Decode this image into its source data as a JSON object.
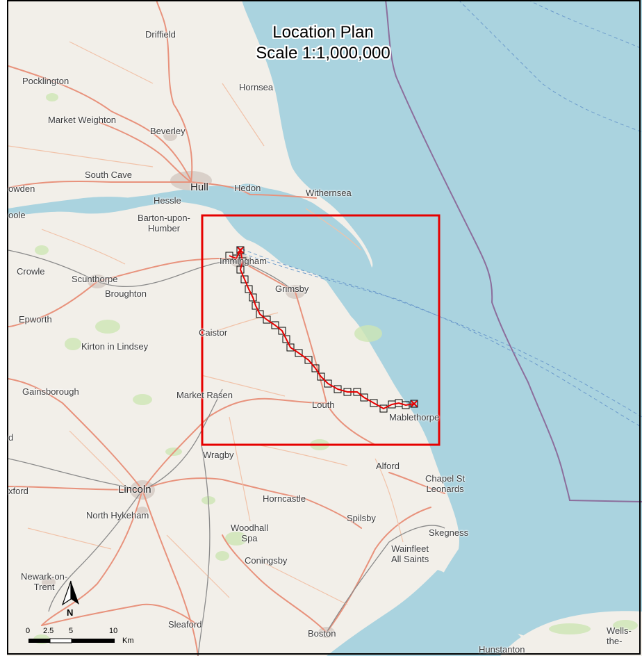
{
  "title": {
    "line1": "Location Plan",
    "line2": "Scale 1:1,000,000"
  },
  "places": {
    "driffield": "Driffield",
    "pocklington": "Pocklington",
    "hornsea": "Hornsea",
    "market_weighton": "Market Weighton",
    "beverley": "Beverley",
    "south_cave": "South Cave",
    "howden": "owden",
    "hull": "Hull",
    "hedon": "Hedon",
    "withernsea": "Withernsea",
    "hessle": "Hessle",
    "goole": "oole",
    "barton": "Barton-upon-\nHumber",
    "immingham": "Immingham",
    "crowle": "Crowle",
    "scunthorpe": "Scunthorpe",
    "broughton": "Broughton",
    "grimsby": "Grimsby",
    "epworth": "Epworth",
    "caistor": "Caistor",
    "kirton": "Kirton in Lindsey",
    "gainsborough": "Gainsborough",
    "market_rasen": "Market Rasen",
    "louth": "Louth",
    "mablethorpe": "Mablethorpe",
    "wragby": "Wragby",
    "alford": "Alford",
    "chapel": "Chapel St\nLeonards",
    "saxilby": "xford",
    "lincoln": "Lincoln",
    "horncastle": "Horncastle",
    "north_hykeham": "North Hykeham",
    "spilsby": "Spilsby",
    "woodhall": "Woodhall\nSpa",
    "skegness": "Skegness",
    "wainfleet": "Wainfleet\nAll Saints",
    "coningsby": "Coningsby",
    "newark": "Newark-on-\nTrent",
    "sleaford": "Sleaford",
    "boston": "Boston",
    "hunstanton": "Hunstanton",
    "wells": "Wells-\nthe-",
    "left_d": "d"
  },
  "north_arrow": {
    "label": "N"
  },
  "scale_bar": {
    "ticks": [
      "0",
      "2.5",
      "5",
      "10"
    ],
    "unit": "Km"
  },
  "colors": {
    "sea": "#aad3df",
    "land": "#f2efe9",
    "study_box": "#e60000",
    "route": "#e60000",
    "boundary": "#8c6e9c"
  }
}
